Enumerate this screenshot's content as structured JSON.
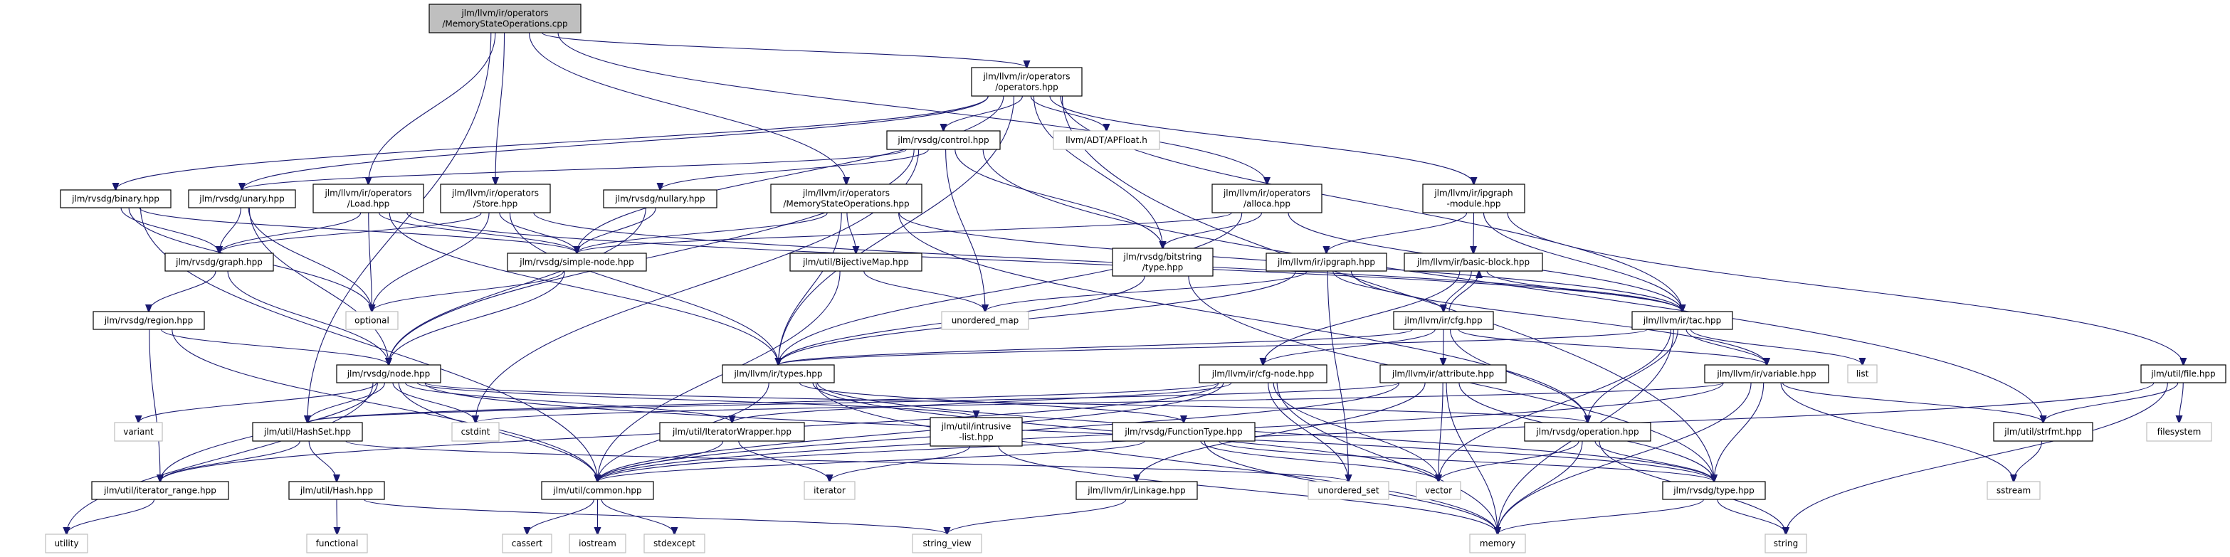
{
  "edge_color": "#191970",
  "main_fill_color": "#bfbfbf",
  "external_border_color": "#bfbfbf",
  "nodes": [
    {
      "path": "jlm/llvm/ir/operators/MemoryStateOperations.cpp",
      "lines": [
        "jlm/llvm/ir/operators",
        "/MemoryStateOperations.cpp"
      ],
      "kind": "main"
    },
    {
      "path": "jlm/llvm/ir/operators/operators.hpp",
      "lines": [
        "jlm/llvm/ir/operators",
        "/operators.hpp"
      ],
      "kind": "project"
    },
    {
      "path": "jlm/rvsdg/control.hpp",
      "lines": [
        "jlm/rvsdg/control.hpp"
      ],
      "kind": "project"
    },
    {
      "path": "llvm/ADT/APFloat.h",
      "lines": [
        "llvm/ADT/APFloat.h"
      ],
      "kind": "external"
    },
    {
      "path": "jlm/rvsdg/binary.hpp",
      "lines": [
        "jlm/rvsdg/binary.hpp"
      ],
      "kind": "project"
    },
    {
      "path": "jlm/rvsdg/unary.hpp",
      "lines": [
        "jlm/rvsdg/unary.hpp"
      ],
      "kind": "project"
    },
    {
      "path": "jlm/llvm/ir/operators/Load.hpp",
      "lines": [
        "jlm/llvm/ir/operators",
        "/Load.hpp"
      ],
      "kind": "project"
    },
    {
      "path": "jlm/llvm/ir/operators/Store.hpp",
      "lines": [
        "jlm/llvm/ir/operators",
        "/Store.hpp"
      ],
      "kind": "project"
    },
    {
      "path": "jlm/rvsdg/nullary.hpp",
      "lines": [
        "jlm/rvsdg/nullary.hpp"
      ],
      "kind": "project"
    },
    {
      "path": "jlm/llvm/ir/operators/MemoryStateOperations.hpp",
      "lines": [
        "jlm/llvm/ir/operators",
        "/MemoryStateOperations.hpp"
      ],
      "kind": "project"
    },
    {
      "path": "jlm/llvm/ir/operators/alloca.hpp",
      "lines": [
        "jlm/llvm/ir/operators",
        "/alloca.hpp"
      ],
      "kind": "project"
    },
    {
      "path": "jlm/llvm/ir/ipgraph-module.hpp",
      "lines": [
        "jlm/llvm/ir/ipgraph",
        "-module.hpp"
      ],
      "kind": "project"
    },
    {
      "path": "jlm/rvsdg/graph.hpp",
      "lines": [
        "jlm/rvsdg/graph.hpp"
      ],
      "kind": "project"
    },
    {
      "path": "jlm/rvsdg/simple-node.hpp",
      "lines": [
        "jlm/rvsdg/simple-node.hpp"
      ],
      "kind": "project"
    },
    {
      "path": "jlm/util/BijectiveMap.hpp",
      "lines": [
        "jlm/util/BijectiveMap.hpp"
      ],
      "kind": "project"
    },
    {
      "path": "jlm/rvsdg/bitstring/type.hpp",
      "lines": [
        "jlm/rvsdg/bitstring",
        "/type.hpp"
      ],
      "kind": "project"
    },
    {
      "path": "jlm/llvm/ir/ipgraph.hpp",
      "lines": [
        "jlm/llvm/ir/ipgraph.hpp"
      ],
      "kind": "project"
    },
    {
      "path": "jlm/llvm/ir/basic-block.hpp",
      "lines": [
        "jlm/llvm/ir/basic-block.hpp"
      ],
      "kind": "project"
    },
    {
      "path": "jlm/rvsdg/region.hpp",
      "lines": [
        "jlm/rvsdg/region.hpp"
      ],
      "kind": "project"
    },
    {
      "path": "optional",
      "lines": [
        "optional"
      ],
      "kind": "external"
    },
    {
      "path": "unordered_map",
      "lines": [
        "unordered_map"
      ],
      "kind": "external"
    },
    {
      "path": "jlm/llvm/ir/cfg.hpp",
      "lines": [
        "jlm/llvm/ir/cfg.hpp"
      ],
      "kind": "project"
    },
    {
      "path": "jlm/llvm/ir/tac.hpp",
      "lines": [
        "jlm/llvm/ir/tac.hpp"
      ],
      "kind": "project"
    },
    {
      "path": "jlm/rvsdg/node.hpp",
      "lines": [
        "jlm/rvsdg/node.hpp"
      ],
      "kind": "project"
    },
    {
      "path": "jlm/llvm/ir/types.hpp",
      "lines": [
        "jlm/llvm/ir/types.hpp"
      ],
      "kind": "project"
    },
    {
      "path": "jlm/llvm/ir/cfg-node.hpp",
      "lines": [
        "jlm/llvm/ir/cfg-node.hpp"
      ],
      "kind": "project"
    },
    {
      "path": "jlm/llvm/ir/attribute.hpp",
      "lines": [
        "jlm/llvm/ir/attribute.hpp"
      ],
      "kind": "project"
    },
    {
      "path": "jlm/llvm/ir/variable.hpp",
      "lines": [
        "jlm/llvm/ir/variable.hpp"
      ],
      "kind": "project"
    },
    {
      "path": "list",
      "lines": [
        "list"
      ],
      "kind": "external"
    },
    {
      "path": "jlm/util/file.hpp",
      "lines": [
        "jlm/util/file.hpp"
      ],
      "kind": "project"
    },
    {
      "path": "variant",
      "lines": [
        "variant"
      ],
      "kind": "external"
    },
    {
      "path": "jlm/util/HashSet.hpp",
      "lines": [
        "jlm/util/HashSet.hpp"
      ],
      "kind": "project"
    },
    {
      "path": "cstdint",
      "lines": [
        "cstdint"
      ],
      "kind": "external"
    },
    {
      "path": "jlm/util/IteratorWrapper.hpp",
      "lines": [
        "jlm/util/IteratorWrapper.hpp"
      ],
      "kind": "project"
    },
    {
      "path": "jlm/util/intrusive-list.hpp",
      "lines": [
        "jlm/util/intrusive",
        "-list.hpp"
      ],
      "kind": "project"
    },
    {
      "path": "jlm/rvsdg/FunctionType.hpp",
      "lines": [
        "jlm/rvsdg/FunctionType.hpp"
      ],
      "kind": "project"
    },
    {
      "path": "jlm/rvsdg/operation.hpp",
      "lines": [
        "jlm/rvsdg/operation.hpp"
      ],
      "kind": "project"
    },
    {
      "path": "jlm/util/strfmt.hpp",
      "lines": [
        "jlm/util/strfmt.hpp"
      ],
      "kind": "project"
    },
    {
      "path": "filesystem",
      "lines": [
        "filesystem"
      ],
      "kind": "external"
    },
    {
      "path": "jlm/util/iterator_range.hpp",
      "lines": [
        "jlm/util/iterator_range.hpp"
      ],
      "kind": "project"
    },
    {
      "path": "jlm/util/Hash.hpp",
      "lines": [
        "jlm/util/Hash.hpp"
      ],
      "kind": "project"
    },
    {
      "path": "jlm/util/common.hpp",
      "lines": [
        "jlm/util/common.hpp"
      ],
      "kind": "project"
    },
    {
      "path": "iterator",
      "lines": [
        "iterator"
      ],
      "kind": "external"
    },
    {
      "path": "jlm/llvm/ir/Linkage.hpp",
      "lines": [
        "jlm/llvm/ir/Linkage.hpp"
      ],
      "kind": "project"
    },
    {
      "path": "unordered_set",
      "lines": [
        "unordered_set"
      ],
      "kind": "external"
    },
    {
      "path": "vector",
      "lines": [
        "vector"
      ],
      "kind": "external"
    },
    {
      "path": "jlm/rvsdg/type.hpp",
      "lines": [
        "jlm/rvsdg/type.hpp"
      ],
      "kind": "project"
    },
    {
      "path": "sstream",
      "lines": [
        "sstream"
      ],
      "kind": "external"
    },
    {
      "path": "utility",
      "lines": [
        "utility"
      ],
      "kind": "external"
    },
    {
      "path": "functional",
      "lines": [
        "functional"
      ],
      "kind": "external"
    },
    {
      "path": "cassert",
      "lines": [
        "cassert"
      ],
      "kind": "external"
    },
    {
      "path": "iostream",
      "lines": [
        "iostream"
      ],
      "kind": "external"
    },
    {
      "path": "stdexcept",
      "lines": [
        "stdexcept"
      ],
      "kind": "external"
    },
    {
      "path": "string_view",
      "lines": [
        "string_view"
      ],
      "kind": "external"
    },
    {
      "path": "memory",
      "lines": [
        "memory"
      ],
      "kind": "external"
    },
    {
      "path": "string",
      "lines": [
        "string"
      ],
      "kind": "external"
    }
  ],
  "edges": [
    [
      "jlm/llvm/ir/operators/MemoryStateOperations.cpp",
      "jlm/llvm/ir/operators/operators.hpp"
    ],
    [
      "jlm/llvm/ir/operators/MemoryStateOperations.cpp",
      "jlm/llvm/ir/operators/Load.hpp"
    ],
    [
      "jlm/llvm/ir/operators/MemoryStateOperations.cpp",
      "jlm/llvm/ir/operators/Store.hpp"
    ],
    [
      "jlm/llvm/ir/operators/MemoryStateOperations.cpp",
      "jlm/llvm/ir/operators/MemoryStateOperations.hpp"
    ],
    [
      "jlm/llvm/ir/operators/MemoryStateOperations.cpp",
      "jlm/llvm/ir/operators/alloca.hpp"
    ],
    [
      "jlm/llvm/ir/operators/MemoryStateOperations.cpp",
      "jlm/util/HashSet.hpp"
    ],
    [
      "jlm/llvm/ir/operators/operators.hpp",
      "jlm/rvsdg/control.hpp"
    ],
    [
      "jlm/llvm/ir/operators/operators.hpp",
      "llvm/ADT/APFloat.h"
    ],
    [
      "jlm/llvm/ir/operators/operators.hpp",
      "jlm/rvsdg/binary.hpp"
    ],
    [
      "jlm/llvm/ir/operators/operators.hpp",
      "jlm/rvsdg/unary.hpp"
    ],
    [
      "jlm/llvm/ir/operators/operators.hpp",
      "jlm/rvsdg/simple-node.hpp"
    ],
    [
      "jlm/llvm/ir/operators/operators.hpp",
      "jlm/llvm/ir/types.hpp"
    ],
    [
      "jlm/llvm/ir/operators/operators.hpp",
      "jlm/rvsdg/bitstring/type.hpp"
    ],
    [
      "jlm/llvm/ir/operators/operators.hpp",
      "jlm/llvm/ir/ipgraph-module.hpp"
    ],
    [
      "jlm/llvm/ir/operators/operators.hpp",
      "jlm/llvm/ir/tac.hpp"
    ],
    [
      "jlm/llvm/ir/operators/operators.hpp",
      "jlm/rvsdg/type.hpp"
    ],
    [
      "jlm/rvsdg/control.hpp",
      "jlm/rvsdg/unary.hpp"
    ],
    [
      "jlm/rvsdg/control.hpp",
      "jlm/rvsdg/nullary.hpp"
    ],
    [
      "jlm/rvsdg/control.hpp",
      "jlm/rvsdg/node.hpp"
    ],
    [
      "jlm/rvsdg/control.hpp",
      "jlm/rvsdg/bitstring/type.hpp"
    ],
    [
      "jlm/rvsdg/control.hpp",
      "unordered_map"
    ],
    [
      "jlm/rvsdg/control.hpp",
      "cstdint"
    ],
    [
      "jlm/rvsdg/control.hpp",
      "jlm/util/strfmt.hpp"
    ],
    [
      "jlm/rvsdg/binary.hpp",
      "jlm/rvsdg/graph.hpp"
    ],
    [
      "jlm/rvsdg/binary.hpp",
      "optional"
    ],
    [
      "jlm/rvsdg/binary.hpp",
      "jlm/util/common.hpp"
    ],
    [
      "jlm/rvsdg/binary.hpp",
      "jlm/rvsdg/simple-node.hpp"
    ],
    [
      "jlm/rvsdg/unary.hpp",
      "jlm/rvsdg/graph.hpp"
    ],
    [
      "jlm/rvsdg/unary.hpp",
      "optional"
    ],
    [
      "jlm/rvsdg/unary.hpp",
      "jlm/rvsdg/node.hpp"
    ],
    [
      "jlm/llvm/ir/operators/Load.hpp",
      "jlm/rvsdg/graph.hpp"
    ],
    [
      "jlm/llvm/ir/operators/Load.hpp",
      "optional"
    ],
    [
      "jlm/llvm/ir/operators/Load.hpp",
      "jlm/rvsdg/simple-node.hpp"
    ],
    [
      "jlm/llvm/ir/operators/Load.hpp",
      "jlm/llvm/ir/types.hpp"
    ],
    [
      "jlm/llvm/ir/operators/Load.hpp",
      "jlm/llvm/ir/tac.hpp"
    ],
    [
      "jlm/llvm/ir/operators/Store.hpp",
      "jlm/rvsdg/graph.hpp"
    ],
    [
      "jlm/llvm/ir/operators/Store.hpp",
      "optional"
    ],
    [
      "jlm/llvm/ir/operators/Store.hpp",
      "jlm/rvsdg/simple-node.hpp"
    ],
    [
      "jlm/llvm/ir/operators/Store.hpp",
      "jlm/llvm/ir/types.hpp"
    ],
    [
      "jlm/llvm/ir/operators/Store.hpp",
      "jlm/llvm/ir/tac.hpp"
    ],
    [
      "jlm/rvsdg/nullary.hpp",
      "jlm/rvsdg/simple-node.hpp"
    ],
    [
      "jlm/rvsdg/nullary.hpp",
      "jlm/rvsdg/node.hpp"
    ],
    [
      "jlm/llvm/ir/operators/MemoryStateOperations.hpp",
      "jlm/rvsdg/simple-node.hpp"
    ],
    [
      "jlm/llvm/ir/operators/MemoryStateOperations.hpp",
      "jlm/util/BijectiveMap.hpp"
    ],
    [
      "jlm/llvm/ir/operators/MemoryStateOperations.hpp",
      "jlm/llvm/ir/types.hpp"
    ],
    [
      "jlm/llvm/ir/operators/MemoryStateOperations.hpp",
      "jlm/llvm/ir/tac.hpp"
    ],
    [
      "jlm/llvm/ir/operators/MemoryStateOperations.hpp",
      "jlm/rvsdg/operation.hpp"
    ],
    [
      "jlm/llvm/ir/operators/alloca.hpp",
      "jlm/rvsdg/simple-node.hpp"
    ],
    [
      "jlm/llvm/ir/operators/alloca.hpp",
      "jlm/rvsdg/bitstring/type.hpp"
    ],
    [
      "jlm/llvm/ir/operators/alloca.hpp",
      "jlm/llvm/ir/types.hpp"
    ],
    [
      "jlm/llvm/ir/operators/alloca.hpp",
      "jlm/llvm/ir/tac.hpp"
    ],
    [
      "jlm/llvm/ir/ipgraph-module.hpp",
      "jlm/llvm/ir/ipgraph.hpp"
    ],
    [
      "jlm/llvm/ir/ipgraph-module.hpp",
      "jlm/llvm/ir/basic-block.hpp"
    ],
    [
      "jlm/llvm/ir/ipgraph-module.hpp",
      "jlm/llvm/ir/tac.hpp"
    ],
    [
      "jlm/llvm/ir/ipgraph-module.hpp",
      "jlm/util/file.hpp"
    ],
    [
      "jlm/rvsdg/graph.hpp",
      "jlm/rvsdg/region.hpp"
    ],
    [
      "jlm/rvsdg/graph.hpp",
      "jlm/rvsdg/node.hpp"
    ],
    [
      "jlm/rvsdg/simple-node.hpp",
      "jlm/rvsdg/node.hpp"
    ],
    [
      "jlm/rvsdg/simple-node.hpp",
      "optional"
    ],
    [
      "jlm/util/BijectiveMap.hpp",
      "unordered_map"
    ],
    [
      "jlm/util/BijectiveMap.hpp",
      "jlm/util/common.hpp"
    ],
    [
      "jlm/rvsdg/bitstring/type.hpp",
      "jlm/llvm/ir/types.hpp"
    ],
    [
      "jlm/rvsdg/bitstring/type.hpp",
      "jlm/rvsdg/type.hpp"
    ],
    [
      "jlm/llvm/ir/ipgraph.hpp",
      "jlm/llvm/ir/cfg.hpp"
    ],
    [
      "jlm/llvm/ir/ipgraph.hpp",
      "unordered_map"
    ],
    [
      "jlm/llvm/ir/ipgraph.hpp",
      "jlm/llvm/ir/types.hpp"
    ],
    [
      "jlm/llvm/ir/ipgraph.hpp",
      "jlm/llvm/ir/variable.hpp"
    ],
    [
      "jlm/llvm/ir/ipgraph.hpp",
      "unordered_set"
    ],
    [
      "jlm/llvm/ir/basic-block.hpp",
      "jlm/llvm/ir/cfg.hpp"
    ],
    [
      "jlm/llvm/ir/basic-block.hpp",
      "jlm/llvm/ir/cfg-node.hpp"
    ],
    [
      "jlm/llvm/ir/basic-block.hpp",
      "jlm/llvm/ir/tac.hpp"
    ],
    [
      "jlm/llvm/ir/cfg.hpp",
      "jlm/llvm/ir/basic-block.hpp"
    ],
    [
      "jlm/rvsdg/region.hpp",
      "jlm/rvsdg/node.hpp"
    ],
    [
      "jlm/rvsdg/region.hpp",
      "jlm/util/iterator_range.hpp"
    ],
    [
      "jlm/rvsdg/region.hpp",
      "jlm/util/common.hpp"
    ],
    [
      "jlm/llvm/ir/cfg.hpp",
      "jlm/llvm/ir/cfg-node.hpp"
    ],
    [
      "jlm/llvm/ir/cfg.hpp",
      "jlm/llvm/ir/attribute.hpp"
    ],
    [
      "jlm/llvm/ir/cfg.hpp",
      "jlm/llvm/ir/types.hpp"
    ],
    [
      "jlm/llvm/ir/cfg.hpp",
      "jlm/rvsdg/operation.hpp"
    ],
    [
      "jlm/llvm/ir/cfg.hpp",
      "jlm/llvm/ir/variable.hpp"
    ],
    [
      "jlm/llvm/ir/tac.hpp",
      "jlm/rvsdg/operation.hpp"
    ],
    [
      "jlm/llvm/ir/tac.hpp",
      "jlm/llvm/ir/variable.hpp"
    ],
    [
      "jlm/llvm/ir/tac.hpp",
      "list"
    ],
    [
      "jlm/llvm/ir/tac.hpp",
      "vector"
    ],
    [
      "jlm/llvm/ir/tac.hpp",
      "memory"
    ],
    [
      "jlm/llvm/ir/tac.hpp",
      "jlm/llvm/ir/types.hpp"
    ],
    [
      "jlm/rvsdg/node.hpp",
      "variant"
    ],
    [
      "jlm/rvsdg/node.hpp",
      "jlm/util/HashSet.hpp"
    ],
    [
      "jlm/rvsdg/node.hpp",
      "cstdint"
    ],
    [
      "jlm/rvsdg/node.hpp",
      "jlm/util/common.hpp"
    ],
    [
      "jlm/rvsdg/node.hpp",
      "jlm/util/iterator_range.hpp"
    ],
    [
      "jlm/rvsdg/node.hpp",
      "utility"
    ],
    [
      "jlm/rvsdg/node.hpp",
      "jlm/util/IteratorWrapper.hpp"
    ],
    [
      "jlm/rvsdg/node.hpp",
      "jlm/util/intrusive-list.hpp"
    ],
    [
      "jlm/rvsdg/node.hpp",
      "jlm/rvsdg/operation.hpp"
    ],
    [
      "jlm/rvsdg/node.hpp",
      "jlm/rvsdg/type.hpp"
    ],
    [
      "jlm/llvm/ir/types.hpp",
      "jlm/util/common.hpp"
    ],
    [
      "jlm/llvm/ir/types.hpp",
      "jlm/rvsdg/FunctionType.hpp"
    ],
    [
      "jlm/llvm/ir/types.hpp",
      "jlm/rvsdg/type.hpp"
    ],
    [
      "jlm/llvm/ir/types.hpp",
      "vector"
    ],
    [
      "jlm/llvm/ir/types.hpp",
      "memory"
    ],
    [
      "jlm/llvm/ir/cfg-node.hpp",
      "jlm/util/common.hpp"
    ],
    [
      "jlm/llvm/ir/cfg-node.hpp",
      "jlm/util/HashSet.hpp"
    ],
    [
      "jlm/llvm/ir/cfg-node.hpp",
      "jlm/util/iterator_range.hpp"
    ],
    [
      "jlm/llvm/ir/cfg-node.hpp",
      "jlm/util/IteratorWrapper.hpp"
    ],
    [
      "jlm/llvm/ir/cfg-node.hpp",
      "unordered_set"
    ],
    [
      "jlm/llvm/ir/cfg-node.hpp",
      "vector"
    ],
    [
      "jlm/llvm/ir/cfg-node.hpp",
      "memory"
    ],
    [
      "jlm/llvm/ir/attribute.hpp",
      "jlm/util/common.hpp"
    ],
    [
      "jlm/llvm/ir/attribute.hpp",
      "jlm/util/HashSet.hpp"
    ],
    [
      "jlm/llvm/ir/attribute.hpp",
      "jlm/llvm/ir/Linkage.hpp"
    ],
    [
      "jlm/llvm/ir/attribute.hpp",
      "jlm/rvsdg/type.hpp"
    ],
    [
      "jlm/llvm/ir/attribute.hpp",
      "vector"
    ],
    [
      "jlm/llvm/ir/attribute.hpp",
      "memory"
    ],
    [
      "jlm/llvm/ir/variable.hpp",
      "jlm/rvsdg/type.hpp"
    ],
    [
      "jlm/llvm/ir/variable.hpp",
      "jlm/util/strfmt.hpp"
    ],
    [
      "jlm/llvm/ir/variable.hpp",
      "sstream"
    ],
    [
      "jlm/llvm/ir/variable.hpp",
      "memory"
    ],
    [
      "jlm/llvm/ir/variable.hpp",
      "jlm/util/common.hpp"
    ],
    [
      "jlm/llvm/ir/variable.hpp",
      "cstdint"
    ],
    [
      "jlm/util/file.hpp",
      "jlm/util/strfmt.hpp"
    ],
    [
      "jlm/util/file.hpp",
      "filesystem"
    ],
    [
      "jlm/util/file.hpp",
      "string"
    ],
    [
      "jlm/util/file.hpp",
      "jlm/util/common.hpp"
    ],
    [
      "jlm/util/HashSet.hpp",
      "jlm/util/iterator_range.hpp"
    ],
    [
      "jlm/util/HashSet.hpp",
      "jlm/util/Hash.hpp"
    ],
    [
      "jlm/util/HashSet.hpp",
      "unordered_set"
    ],
    [
      "jlm/util/IteratorWrapper.hpp",
      "jlm/util/common.hpp"
    ],
    [
      "jlm/util/IteratorWrapper.hpp",
      "iterator"
    ],
    [
      "jlm/util/intrusive-list.hpp",
      "iterator"
    ],
    [
      "jlm/util/intrusive-list.hpp",
      "memory"
    ],
    [
      "jlm/rvsdg/FunctionType.hpp",
      "jlm/util/common.hpp"
    ],
    [
      "jlm/rvsdg/FunctionType.hpp",
      "jlm/rvsdg/type.hpp"
    ],
    [
      "jlm/rvsdg/FunctionType.hpp",
      "vector"
    ],
    [
      "jlm/rvsdg/FunctionType.hpp",
      "memory"
    ],
    [
      "jlm/rvsdg/operation.hpp",
      "jlm/rvsdg/type.hpp"
    ],
    [
      "jlm/rvsdg/operation.hpp",
      "vector"
    ],
    [
      "jlm/rvsdg/operation.hpp",
      "memory"
    ],
    [
      "jlm/rvsdg/operation.hpp",
      "string"
    ],
    [
      "jlm/util/strfmt.hpp",
      "sstream"
    ],
    [
      "jlm/util/iterator_range.hpp",
      "utility"
    ],
    [
      "jlm/util/Hash.hpp",
      "functional"
    ],
    [
      "jlm/util/Hash.hpp",
      "string_view"
    ],
    [
      "jlm/util/common.hpp",
      "cassert"
    ],
    [
      "jlm/util/common.hpp",
      "iostream"
    ],
    [
      "jlm/util/common.hpp",
      "stdexcept"
    ],
    [
      "jlm/llvm/ir/Linkage.hpp",
      "string_view"
    ],
    [
      "jlm/rvsdg/type.hpp",
      "memory"
    ],
    [
      "jlm/rvsdg/type.hpp",
      "string"
    ]
  ]
}
